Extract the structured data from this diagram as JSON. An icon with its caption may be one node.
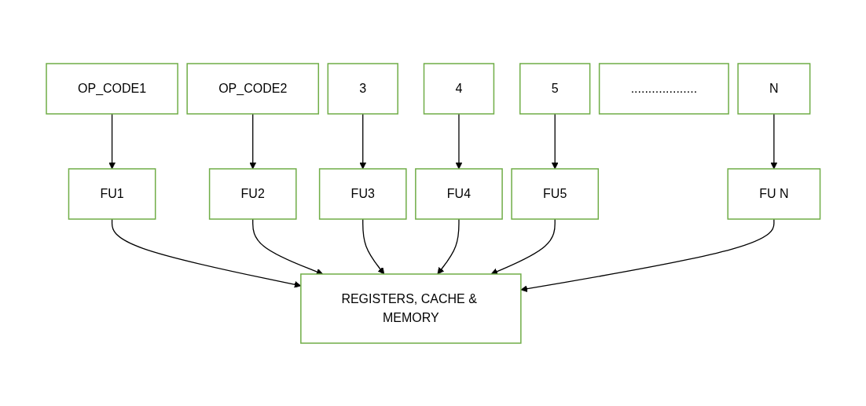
{
  "diagram": {
    "nodes": [
      {
        "text": [
          "OP_CODE1"
        ]
      },
      {
        "text": [
          "OP_CODE2"
        ]
      },
      {
        "text": [
          "3"
        ]
      },
      {
        "text": [
          "4"
        ]
      },
      {
        "text": [
          "5"
        ]
      },
      {
        "text": [
          "..................."
        ]
      },
      {
        "text": [
          "N"
        ]
      },
      {
        "text": [
          "FU1"
        ]
      },
      {
        "text": [
          "FU2"
        ]
      },
      {
        "text": [
          "FU3"
        ]
      },
      {
        "text": [
          "FU4"
        ]
      },
      {
        "text": [
          "FU5"
        ]
      },
      {
        "text": [
          "FU N"
        ]
      },
      {
        "text": [
          "REGISTERS, CACHE & MEMORY"
        ]
      }
    ],
    "edges": [
      {
        "from": 0,
        "to": 7,
        "arrow": "to"
      },
      {
        "from": 1,
        "to": 8,
        "arrow": "to"
      },
      {
        "from": 2,
        "to": 9,
        "arrow": "to"
      },
      {
        "from": 3,
        "to": 10,
        "arrow": "to"
      },
      {
        "from": 4,
        "to": 11,
        "arrow": "to"
      },
      {
        "from": 6,
        "to": 12,
        "arrow": "to"
      },
      {
        "from": 7,
        "to": 13,
        "arrow": "to"
      },
      {
        "from": 8,
        "to": 13,
        "arrow": "to"
      },
      {
        "from": 9,
        "to": 13,
        "arrow": "to"
      },
      {
        "from": 10,
        "to": 13,
        "arrow": "to"
      },
      {
        "from": 11,
        "to": 13,
        "arrow": "to"
      },
      {
        "from": 12,
        "to": 13,
        "arrow": "to"
      }
    ]
  }
}
